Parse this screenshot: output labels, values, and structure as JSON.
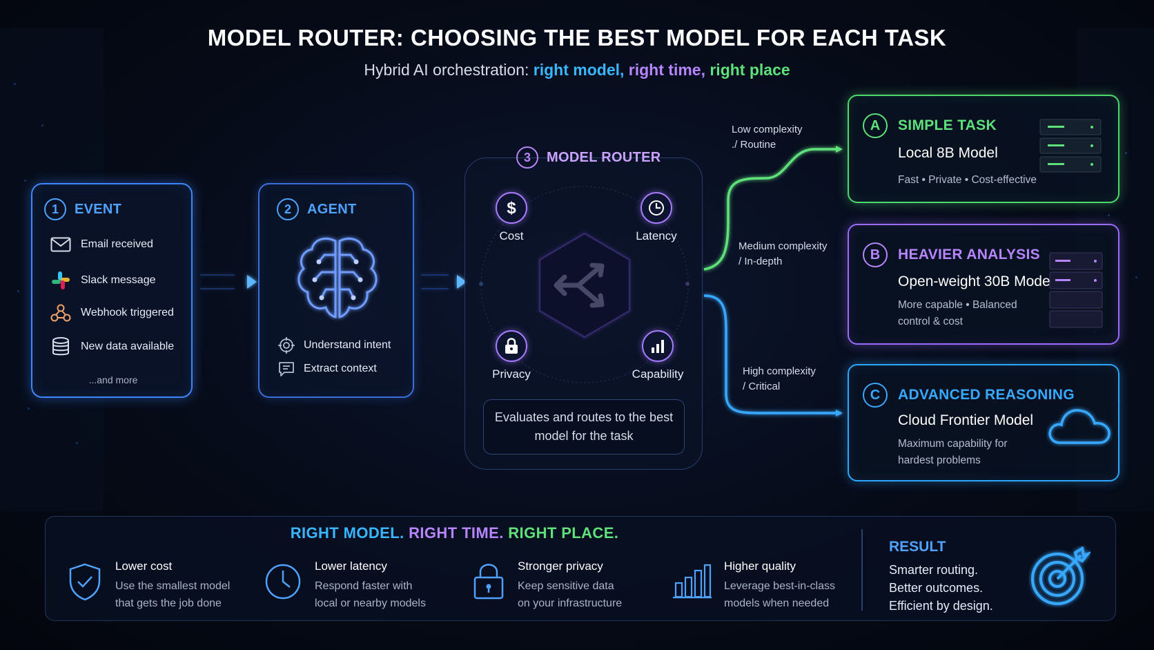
{
  "header": {
    "title": "MODEL ROUTER: CHOOSING THE BEST MODEL FOR EACH TASK",
    "subtitle_prefix": "Hybrid AI orchestration: ",
    "subtitle_model": "right model,",
    "subtitle_time": "right time,",
    "subtitle_place": "right place"
  },
  "event": {
    "number": "1",
    "label": "EVENT",
    "items": [
      {
        "label": "Email received",
        "icon": "mail-icon"
      },
      {
        "label": "Slack message",
        "icon": "slack-icon"
      },
      {
        "label": "Webhook triggered",
        "icon": "webhook-icon"
      },
      {
        "label": "New data available",
        "icon": "database-icon"
      }
    ],
    "more": "...and more"
  },
  "agent": {
    "number": "2",
    "label": "AGENT",
    "items": [
      {
        "label": "Understand intent",
        "icon": "target-icon"
      },
      {
        "label": "Extract context",
        "icon": "chat-icon"
      }
    ]
  },
  "router": {
    "number": "3",
    "label": "MODEL ROUTER",
    "factors": [
      {
        "label": "Cost",
        "icon": "dollar-icon"
      },
      {
        "label": "Latency",
        "icon": "clock-icon"
      },
      {
        "label": "Privacy",
        "icon": "lock-icon"
      },
      {
        "label": "Capability",
        "icon": "bar-chart-icon"
      }
    ],
    "note": "Evaluates and routes to the best model for the task"
  },
  "routes": [
    {
      "line1": "Low complexity",
      "line2": "./ Routine",
      "color": "#5ee07a"
    },
    {
      "line1": "Medium complexity",
      "line2": "/ In-depth",
      "color": "#b685ff"
    },
    {
      "line1": "High complexity",
      "line2": "/ Critical",
      "color": "#38a8ff"
    }
  ],
  "options": [
    {
      "letter": "A",
      "title": "SIMPLE TASK",
      "model": "Local 8B Model",
      "desc1": "Fast • Private • Cost-effective",
      "desc2": "",
      "color": "#5ee07a",
      "icon": "server-icon"
    },
    {
      "letter": "B",
      "title": "HEAVIER ANALYSIS",
      "model": "Open-weight 30B Model",
      "desc1": "More capable • Balanced",
      "desc2": "control & cost",
      "color": "#b685ff",
      "icon": "server-icon"
    },
    {
      "letter": "C",
      "title": "ADVANCED REASONING",
      "model": "Cloud Frontier Model",
      "desc1": "Maximum capability for",
      "desc2": "hardest problems",
      "color": "#38a8ff",
      "icon": "cloud-icon"
    }
  ],
  "bottom": {
    "tag_model": "RIGHT MODEL.",
    "tag_time": "RIGHT TIME.",
    "tag_place": "RIGHT PLACE.",
    "benefits": [
      {
        "title": "Lower cost",
        "line1": "Use the smallest model",
        "line2": "that gets the job done",
        "icon": "shield-check-icon"
      },
      {
        "title": "Lower latency",
        "line1": "Respond faster with",
        "line2": "local or nearby models",
        "icon": "clock-icon"
      },
      {
        "title": "Stronger privacy",
        "line1": "Keep sensitive data",
        "line2": "on your infrastructure",
        "icon": "lock-icon"
      },
      {
        "title": "Higher quality",
        "line1": "Leverage best-in-class",
        "line2": "models when needed",
        "icon": "bar-chart-icon"
      }
    ],
    "result_title": "RESULT",
    "result_line1": "Smarter routing.",
    "result_line2": "Better outcomes.",
    "result_line3": "Efficient by design.",
    "result_icon": "target-icon"
  },
  "colors": {
    "cyan": "#38b6ff",
    "purple": "#b685ff",
    "green": "#5ee07a",
    "blue": "#3d86ff"
  }
}
